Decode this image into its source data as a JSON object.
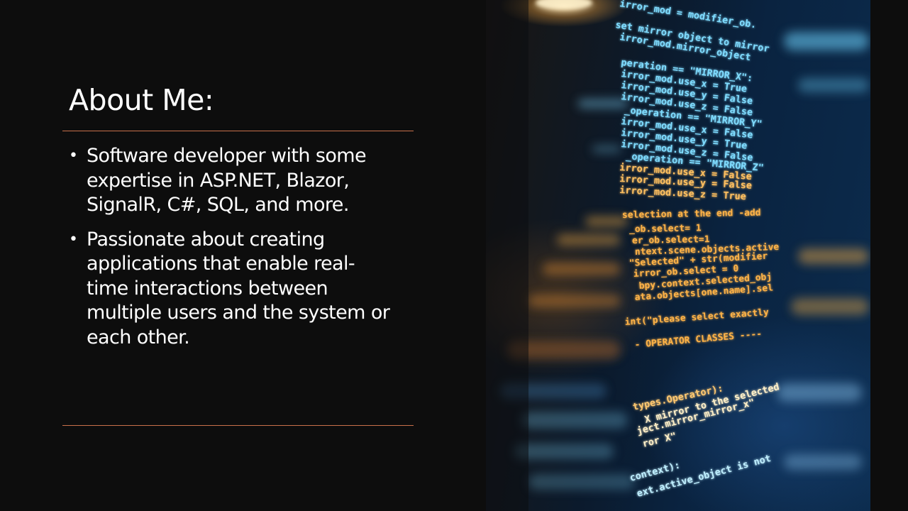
{
  "slide": {
    "title": "About Me:",
    "bullets": [
      {
        "lines": [
          "Software developer with some",
          "expertise in ASP.NET, Blazor,",
          "SignalR, C#, SQL, and more."
        ]
      },
      {
        "lines": [
          "Passionate about creating",
          "applications that enable real-",
          "time interactions between",
          "multiple users and the system or",
          "each other."
        ]
      }
    ],
    "bullet_symbol": "•"
  },
  "photo": {
    "blue_lines": [
      "irror_mod = modifier_ob.",
      "set mirror object to mirror",
      "irror_mod.mirror_object",
      "peration == \"MIRROR_X\":",
      "irror_mod.use_x = True",
      "irror_mod.use_y = False",
      "irror_mod.use_z = False",
      "_operation == \"MIRROR_Y\"",
      "irror_mod.use_x = False",
      "irror_mod.use_y = True",
      "irror_mod.use_z = False",
      "_operation == \"MIRROR_Z\"",
      "irror_mod.use_x = False",
      "irror_mod.use_y = False",
      "irror_mod.use_z = True"
    ],
    "orange_lines": [
      "selection at the end -add",
      "_ob.select= 1",
      "er_ob.select=1",
      "ntext.scene.objects.active",
      "\"Selected\" + str(modifier",
      "irror_ob.select = 0",
      "bpy.context.selected_obj",
      "ata.objects[one.name].sel",
      "int(\"please select exactly",
      "- OPERATOR CLASSES ----"
    ],
    "lower_lines": [
      "types.Operator):",
      "X mirror to the selected",
      "ject.mirror_mirror_x\"",
      "ror X\"",
      "context):",
      "ext.active_object is not"
    ],
    "colors": {
      "blue": "#6fd6ff",
      "blue_bright": "#c9f2ff",
      "orange": "#ffb347",
      "orange_bright": "#ffe2a8",
      "accent_rule": "#c8704a"
    }
  }
}
